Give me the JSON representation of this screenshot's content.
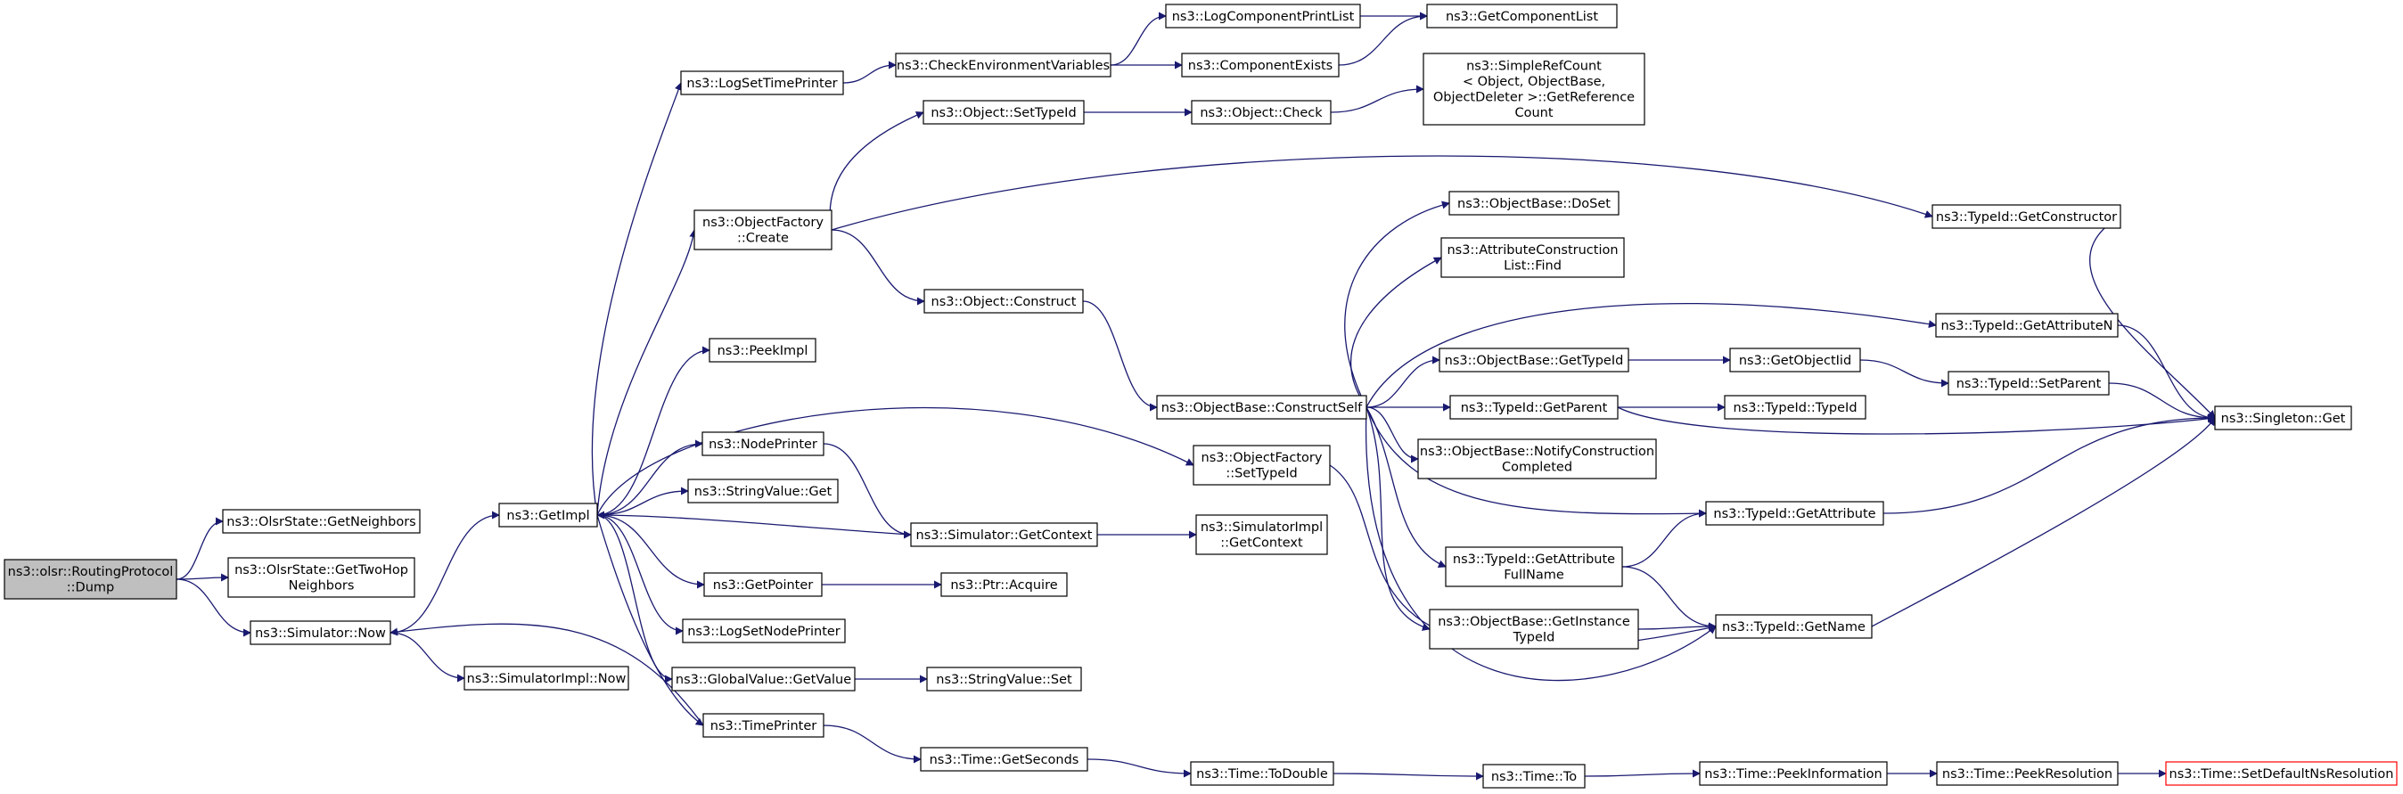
{
  "graph": {
    "nodes": [
      {
        "id": "dump",
        "lines": [
          "ns3::olsr::RoutingProtocol",
          "::Dump"
        ],
        "style": "root"
      },
      {
        "id": "getNeighbors",
        "lines": [
          "ns3::OlsrState::GetNeighbors"
        ]
      },
      {
        "id": "getTwoHop",
        "lines": [
          "ns3::OlsrState::GetTwoHop",
          "Neighbors"
        ]
      },
      {
        "id": "simNow",
        "lines": [
          "ns3::Simulator::Now"
        ]
      },
      {
        "id": "getImpl",
        "lines": [
          "ns3::GetImpl"
        ]
      },
      {
        "id": "simImplNow",
        "lines": [
          "ns3::SimulatorImpl::Now"
        ]
      },
      {
        "id": "logSetTimePrinter",
        "lines": [
          "ns3::LogSetTimePrinter"
        ]
      },
      {
        "id": "objFactoryCreate",
        "lines": [
          "ns3::ObjectFactory",
          "::Create"
        ]
      },
      {
        "id": "peekImpl",
        "lines": [
          "ns3::PeekImpl"
        ]
      },
      {
        "id": "nodePrinter",
        "lines": [
          "ns3::NodePrinter"
        ]
      },
      {
        "id": "stringValueGet",
        "lines": [
          "ns3::StringValue::Get"
        ]
      },
      {
        "id": "getPointer",
        "lines": [
          "ns3::GetPointer"
        ]
      },
      {
        "id": "logSetNodePrinter",
        "lines": [
          "ns3::LogSetNodePrinter"
        ]
      },
      {
        "id": "globalValueGetValue",
        "lines": [
          "ns3::GlobalValue::GetValue"
        ]
      },
      {
        "id": "timePrinter",
        "lines": [
          "ns3::TimePrinter"
        ]
      },
      {
        "id": "checkEnv",
        "lines": [
          "ns3::CheckEnvironmentVariables"
        ]
      },
      {
        "id": "objSetTypeId",
        "lines": [
          "ns3::Object::SetTypeId"
        ]
      },
      {
        "id": "objConstruct",
        "lines": [
          "ns3::Object::Construct"
        ]
      },
      {
        "id": "simGetContext",
        "lines": [
          "ns3::Simulator::GetContext"
        ]
      },
      {
        "id": "ptrAcquire",
        "lines": [
          "ns3::Ptr::Acquire"
        ]
      },
      {
        "id": "stringValueSet",
        "lines": [
          "ns3::StringValue::Set"
        ]
      },
      {
        "id": "timeGetSeconds",
        "lines": [
          "ns3::Time::GetSeconds"
        ]
      },
      {
        "id": "logCompPrintList",
        "lines": [
          "ns3::LogComponentPrintList"
        ]
      },
      {
        "id": "compExists",
        "lines": [
          "ns3::ComponentExists"
        ]
      },
      {
        "id": "objCheck",
        "lines": [
          "ns3::Object::Check"
        ]
      },
      {
        "id": "objBaseConstructSelf",
        "lines": [
          "ns3::ObjectBase::ConstructSelf"
        ]
      },
      {
        "id": "objFactorySetTypeId",
        "lines": [
          "ns3::ObjectFactory",
          "::SetTypeId"
        ]
      },
      {
        "id": "simImplGetContext",
        "lines": [
          "ns3::SimulatorImpl",
          "::GetContext"
        ]
      },
      {
        "id": "timeToDouble",
        "lines": [
          "ns3::Time::ToDouble"
        ]
      },
      {
        "id": "getCompList",
        "lines": [
          "ns3::GetComponentList"
        ]
      },
      {
        "id": "simpleRefCount",
        "lines": [
          "ns3::SimpleRefCount",
          "< Object, ObjectBase,",
          "ObjectDeleter >::GetReference",
          "Count"
        ]
      },
      {
        "id": "objBaseDoSet",
        "lines": [
          "ns3::ObjectBase::DoSet"
        ]
      },
      {
        "id": "attrConstrFind",
        "lines": [
          "ns3::AttributeConstruction",
          "List::Find"
        ]
      },
      {
        "id": "objBaseGetTypeId",
        "lines": [
          "ns3::ObjectBase::GetTypeId"
        ]
      },
      {
        "id": "typeIdGetParent",
        "lines": [
          "ns3::TypeId::GetParent"
        ]
      },
      {
        "id": "objBaseNotify",
        "lines": [
          "ns3::ObjectBase::NotifyConstruction",
          "Completed"
        ]
      },
      {
        "id": "typeIdGetAttrFullName",
        "lines": [
          "ns3::TypeId::GetAttribute",
          "FullName"
        ]
      },
      {
        "id": "objBaseGetInstance",
        "lines": [
          "ns3::ObjectBase::GetInstance",
          "TypeId"
        ]
      },
      {
        "id": "timeTo",
        "lines": [
          "ns3::Time::To"
        ]
      },
      {
        "id": "typeIdGetConstructor",
        "lines": [
          "ns3::TypeId::GetConstructor"
        ]
      },
      {
        "id": "typeIdGetAttrN",
        "lines": [
          "ns3::TypeId::GetAttributeN"
        ]
      },
      {
        "id": "getObjectIid",
        "lines": [
          "ns3::GetObjectIid"
        ]
      },
      {
        "id": "typeIdTypeId",
        "lines": [
          "ns3::TypeId::TypeId"
        ]
      },
      {
        "id": "typeIdGetAttribute",
        "lines": [
          "ns3::TypeId::GetAttribute"
        ]
      },
      {
        "id": "typeIdGetName",
        "lines": [
          "ns3::TypeId::GetName"
        ]
      },
      {
        "id": "timePeekInfo",
        "lines": [
          "ns3::Time::PeekInformation"
        ]
      },
      {
        "id": "typeIdSetParent",
        "lines": [
          "ns3::TypeId::SetParent"
        ]
      },
      {
        "id": "timePeekRes",
        "lines": [
          "ns3::Time::PeekResolution"
        ]
      },
      {
        "id": "singletonGet",
        "lines": [
          "ns3::Singleton::Get"
        ]
      },
      {
        "id": "timeSetDefaultNs",
        "lines": [
          "ns3::Time::SetDefaultNsResolution"
        ],
        "style": "red"
      }
    ]
  }
}
